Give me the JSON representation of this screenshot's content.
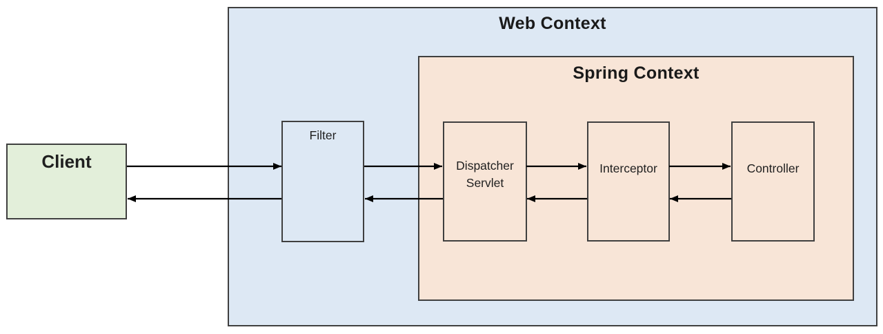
{
  "diagram": {
    "type": "flow-diagram",
    "web_context": {
      "title": "Web Context"
    },
    "spring_context": {
      "title": "Spring Context"
    },
    "nodes": {
      "client": {
        "label": "Client"
      },
      "filter": {
        "label": "Filter"
      },
      "dispatcher_servlet": {
        "label": "Dispatcher Servlet"
      },
      "interceptor": {
        "label": "Interceptor"
      },
      "controller": {
        "label": "Controller"
      }
    },
    "flow": {
      "request_path": [
        "Client",
        "Filter",
        "Dispatcher Servlet",
        "Interceptor",
        "Controller"
      ],
      "response_path": [
        "Controller",
        "Interceptor",
        "Dispatcher Servlet",
        "Filter",
        "Client"
      ]
    },
    "colors": {
      "canvas_bg": "#ffffff",
      "web_context_fill": "#dde8f4",
      "spring_context_fill": "#f8e5d7",
      "client_fill": "#e3efda",
      "filter_fill": "#dde8f4",
      "box_border": "#3f3f3f",
      "arrow": "#000000",
      "text": "#1a1a1a"
    }
  }
}
